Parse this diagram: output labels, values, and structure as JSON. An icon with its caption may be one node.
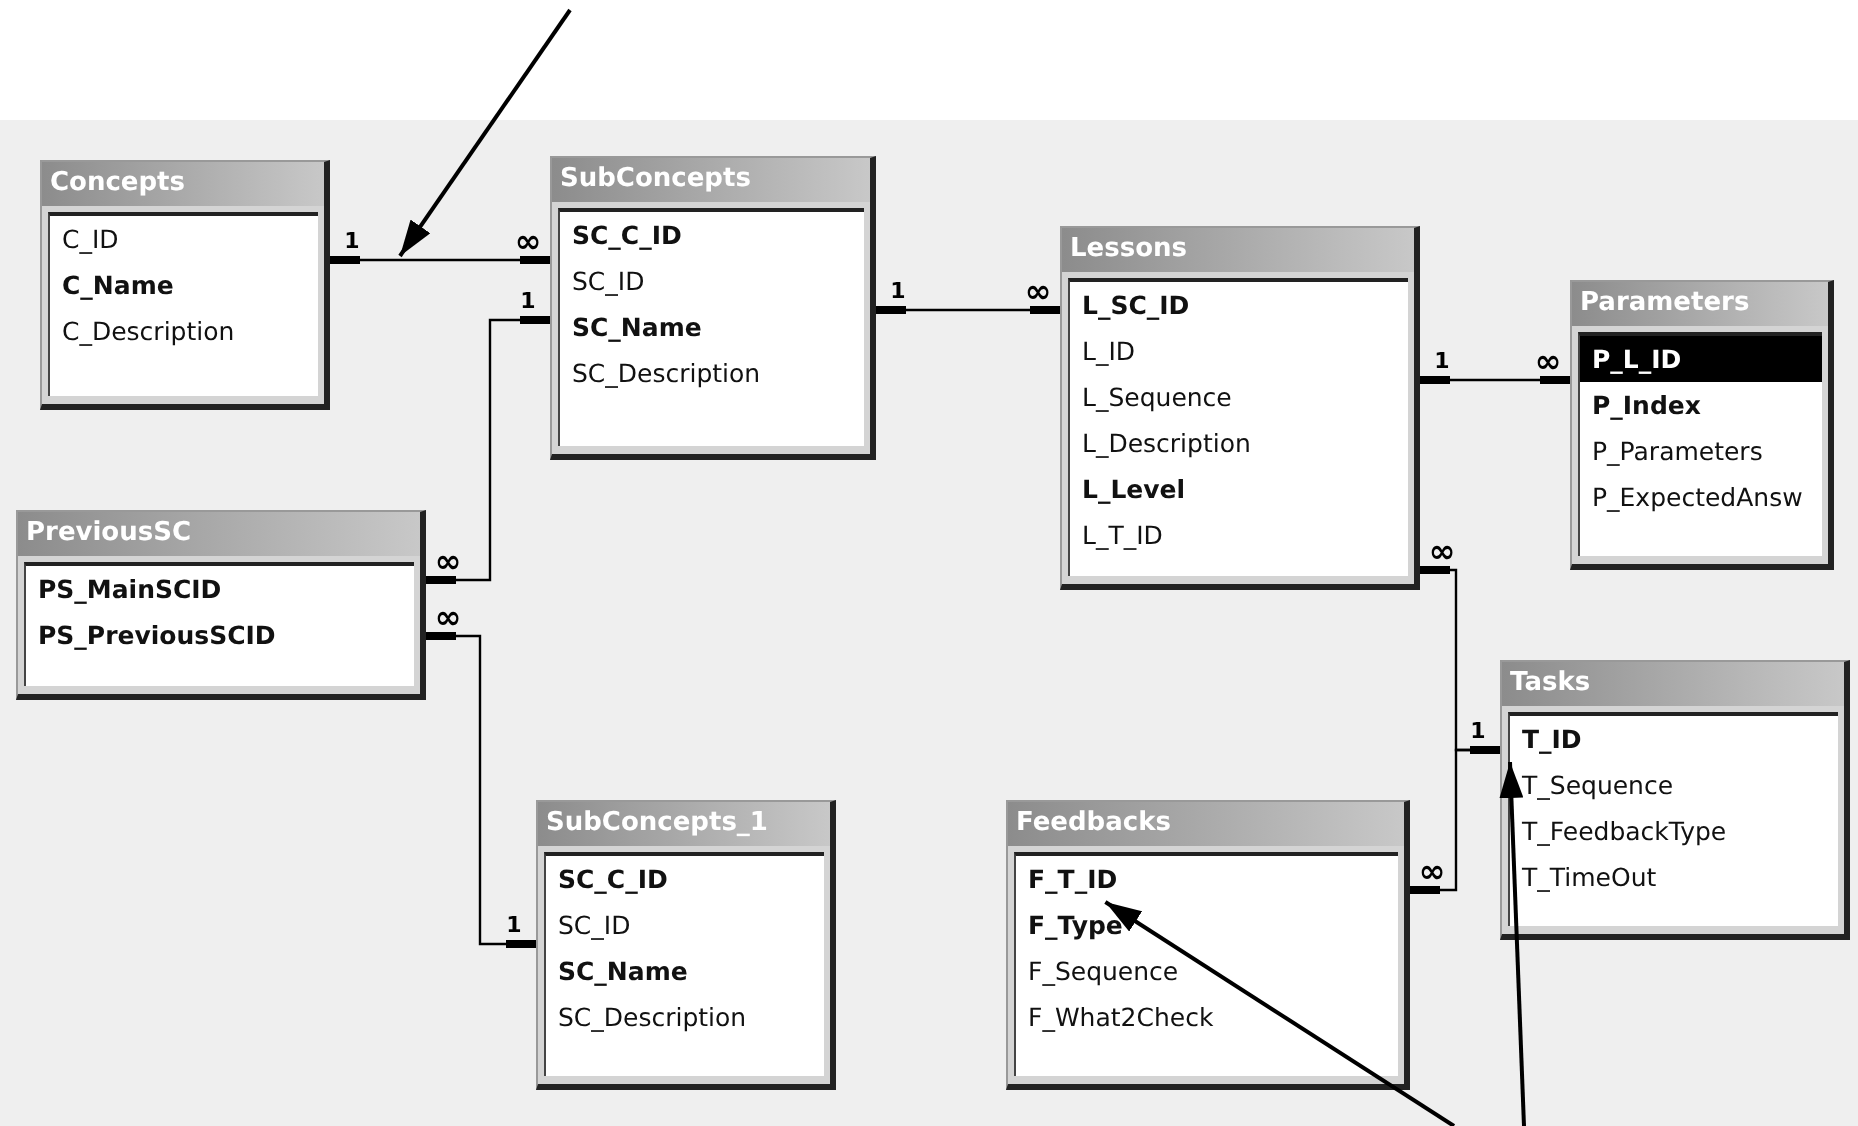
{
  "diagram": {
    "nodes": [
      {
        "text": [
          "Concepts"
        ]
      },
      {
        "text": [
          "C_ID"
        ],
        "in": 0
      },
      {
        "text": [
          "C_Name"
        ],
        "in": 0
      },
      {
        "text": [
          "C_Description"
        ],
        "in": 0
      },
      {
        "text": [
          "SubConcepts"
        ]
      },
      {
        "text": [
          "SC_C_ID"
        ],
        "in": 4
      },
      {
        "text": [
          "SC_ID"
        ],
        "in": 4
      },
      {
        "text": [
          "SC_Name"
        ],
        "in": 4
      },
      {
        "text": [
          "SC_Description"
        ],
        "in": 4
      },
      {
        "text": [
          "Lessons"
        ]
      },
      {
        "text": [
          "L_SC_ID"
        ],
        "in": 9
      },
      {
        "text": [
          "L_ID"
        ],
        "in": 9
      },
      {
        "text": [
          "L_Sequence"
        ],
        "in": 9
      },
      {
        "text": [
          "L_Description"
        ],
        "in": 9
      },
      {
        "text": [
          "L_Level"
        ],
        "in": 9
      },
      {
        "text": [
          "L_T_ID"
        ],
        "in": 9
      },
      {
        "text": [
          "Parameters"
        ]
      },
      {
        "text": [
          "P_L_ID"
        ],
        "in": 16
      },
      {
        "text": [
          "P_Index"
        ],
        "in": 16
      },
      {
        "text": [
          "P_Parameters"
        ],
        "in": 16
      },
      {
        "text": [
          "P_ExpectedAnsw"
        ],
        "in": 16
      },
      {
        "text": [
          "PreviousSC"
        ]
      },
      {
        "text": [
          "PS_MainSCID"
        ],
        "in": 21
      },
      {
        "text": [
          "PS_PreviousSCID"
        ],
        "in": 21
      },
      {
        "text": [
          "Tasks"
        ]
      },
      {
        "text": [
          "T_ID"
        ],
        "in": 24
      },
      {
        "text": [
          "T_Sequence"
        ],
        "in": 24
      },
      {
        "text": [
          "T_FeedbackType"
        ],
        "in": 24
      },
      {
        "text": [
          "T_TimeOut"
        ],
        "in": 24
      },
      {
        "text": [
          "SubConcepts_1"
        ]
      },
      {
        "text": [
          "SC_C_ID"
        ],
        "in": 29
      },
      {
        "text": [
          "SC_ID"
        ],
        "in": 29
      },
      {
        "text": [
          "SC_Name"
        ],
        "in": 29
      },
      {
        "text": [
          "SC_Description"
        ],
        "in": 29
      },
      {
        "text": [
          "Feedbacks"
        ]
      },
      {
        "text": [
          "F_T_ID"
        ],
        "in": 34
      },
      {
        "text": [
          "F_Type"
        ],
        "in": 34
      },
      {
        "text": [
          "F_Sequence"
        ],
        "in": 34
      },
      {
        "text": [
          "F_What2Check"
        ],
        "in": 34
      }
    ],
    "edges": [
      {
        "from": 0,
        "to": 4,
        "arrow": "other"
      },
      {
        "from": 4,
        "to": 21,
        "arrow": "other"
      },
      {
        "from": 4,
        "to": 9,
        "arrow": "other"
      },
      {
        "from": 9,
        "to": 16,
        "arrow": "other"
      },
      {
        "from": 29,
        "to": 21,
        "arrow": "other"
      },
      {
        "from": 24,
        "to": 9,
        "arrow": "other"
      },
      {
        "from": 24,
        "to": 34,
        "arrow": "other"
      },
      {
        "from": null,
        "to": 35,
        "arrow": "to"
      },
      {
        "from": null,
        "to": 25,
        "arrow": "to"
      }
    ],
    "labels": [
      "1",
      "∞",
      "1",
      "∞",
      "1",
      "1",
      "∞",
      "∞",
      "∞",
      "∞",
      "1",
      "∞",
      "1"
    ]
  }
}
